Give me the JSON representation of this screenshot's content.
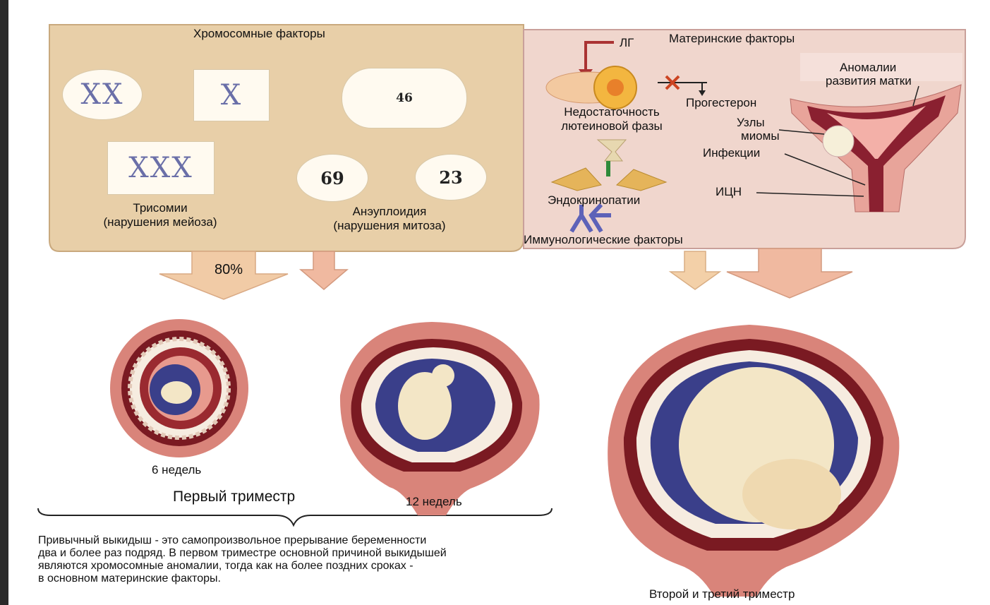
{
  "chromosomal": {
    "title": "Хромосомные факторы",
    "disomy_glyph": "XX",
    "monosomy_glyph": "X",
    "trisomy_glyph": "XXX",
    "mitosis_number": "46",
    "triploidy_number": "69",
    "haploid_number": "23",
    "trisomy_label_1": "Трисомии",
    "trisomy_label_2": "(нарушения мейоза)",
    "aneuploidy_label_1": "Анэуплоидия",
    "aneuploidy_label_2": "(нарушения митоза)",
    "percent": "80%"
  },
  "maternal": {
    "title": "Материнские факторы",
    "lh": "ЛГ",
    "progesterone": "Прогестерон",
    "luteal_1": "Недостаточность",
    "luteal_2": "лютеиновой фазы",
    "endocrine": "Эндокринопатии",
    "immune": "Иммунологические факторы",
    "uterus_anomaly_1": "Аномалии",
    "uterus_anomaly_2": "развития матки",
    "myoma_1": "Узлы",
    "myoma_2": "миомы",
    "infections": "Инфекции",
    "icn": "ИЦН"
  },
  "pregnancy": {
    "week6": "6 недель",
    "week12": "12 недель",
    "first_trimester": "Первый триместр",
    "second_third": "Второй и третий триместр"
  },
  "description": {
    "line1": "Привычный выкидыш - это самопроизвольное прерывание беременности",
    "line2": "два и более раз подряд. В первом триместре основной причиной выкидышей",
    "line3": "являются хромосомные аномалии, тогда как на более поздних сроках -",
    "line4": "в основном материнские факторы."
  },
  "colors": {
    "panel_left": "#e8cfa8",
    "panel_right": "#f0d6cd",
    "arrow": "#f2c9a8",
    "uterus_outer": "#d97d74",
    "uterus_dark": "#7a1a22",
    "amnion": "#3a3f8a",
    "fetus": "#f3e6c6"
  }
}
